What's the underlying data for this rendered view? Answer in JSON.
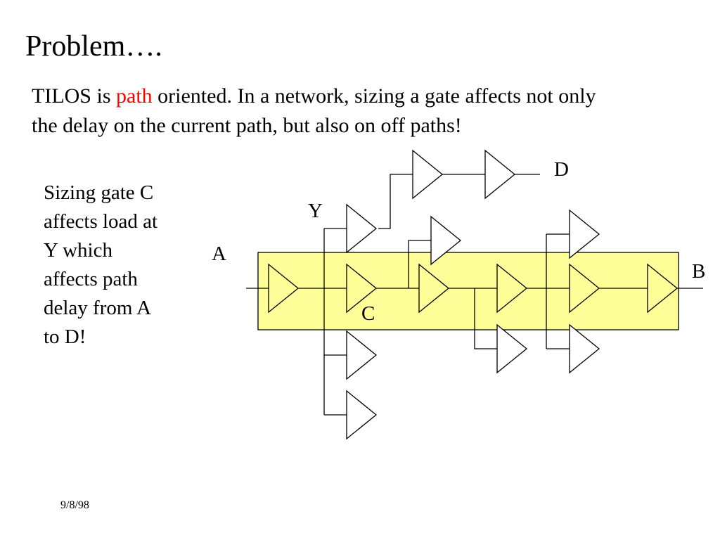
{
  "slide": {
    "title": "Problem….",
    "intro": {
      "pre": "TILOS is ",
      "highlight": "path",
      "post": " oriented.  In a network, sizing a gate affects not only",
      "line2": "the delay on the current path, but also on off paths!"
    },
    "side_text": [
      "Sizing gate C",
      "affects load at",
      "Y which",
      "affects path",
      "delay from A",
      "to D!"
    ],
    "date": "9/8/98",
    "highlight_color": "#ff0000",
    "path_box_color": "#ffff99"
  },
  "diagram": {
    "labels": {
      "A": "A",
      "B": "B",
      "C": "C",
      "D": "D",
      "Y": "Y"
    }
  }
}
